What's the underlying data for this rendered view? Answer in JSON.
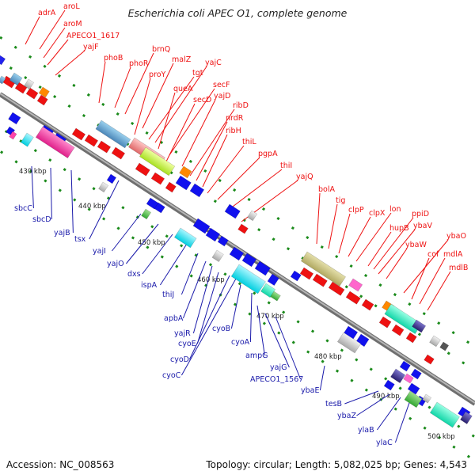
{
  "title": "Escherichia coli APEC O1, complete genome",
  "accession": "Accession: NC_008563",
  "topology": "Topology: circular; Length: 5,082,025 bp; Genes: 4,543",
  "colors": {
    "plus_label": "#ee1111",
    "minus_label": "#1a1aaa",
    "backbone": "#888888",
    "dot": "#1a8a1a"
  },
  "kbp_ticks": [
    "430 kbp",
    "440 kbp",
    "450 kbp",
    "460 kbp",
    "470 kbp",
    "480 kbp",
    "490 kbp",
    "500 kbp"
  ],
  "plus_labels": [
    "adrA",
    "aroL",
    "aroM",
    "APECO1_1617",
    "yajF",
    "phoB",
    "phoR",
    "brnQ",
    "malZ",
    "proY",
    "tgt",
    "yajC",
    "queA",
    "secF",
    "secD",
    "yajD",
    "ribD",
    "nrdR",
    "ribH",
    "thiL",
    "pgpA",
    "thiI",
    "yajQ",
    "bolA",
    "tig",
    "clpP",
    "clpX",
    "lon",
    "hupB",
    "ppiD",
    "ybaV",
    "ybaW",
    "ybaO",
    "cof",
    "mdlA",
    "mdlB"
  ],
  "minus_labels": [
    "sbcC",
    "sbcD",
    "yajB",
    "tsx",
    "yajI",
    "yajO",
    "dxs",
    "ispA",
    "thiJ",
    "apbA",
    "yajR",
    "cyoE",
    "cyoD",
    "cyoC",
    "cyoB",
    "cyoA",
    "ampG",
    "yajG",
    "APECO1_1567",
    "ybaE",
    "tesB",
    "ybaZ",
    "ylaB",
    "ylaC"
  ]
}
